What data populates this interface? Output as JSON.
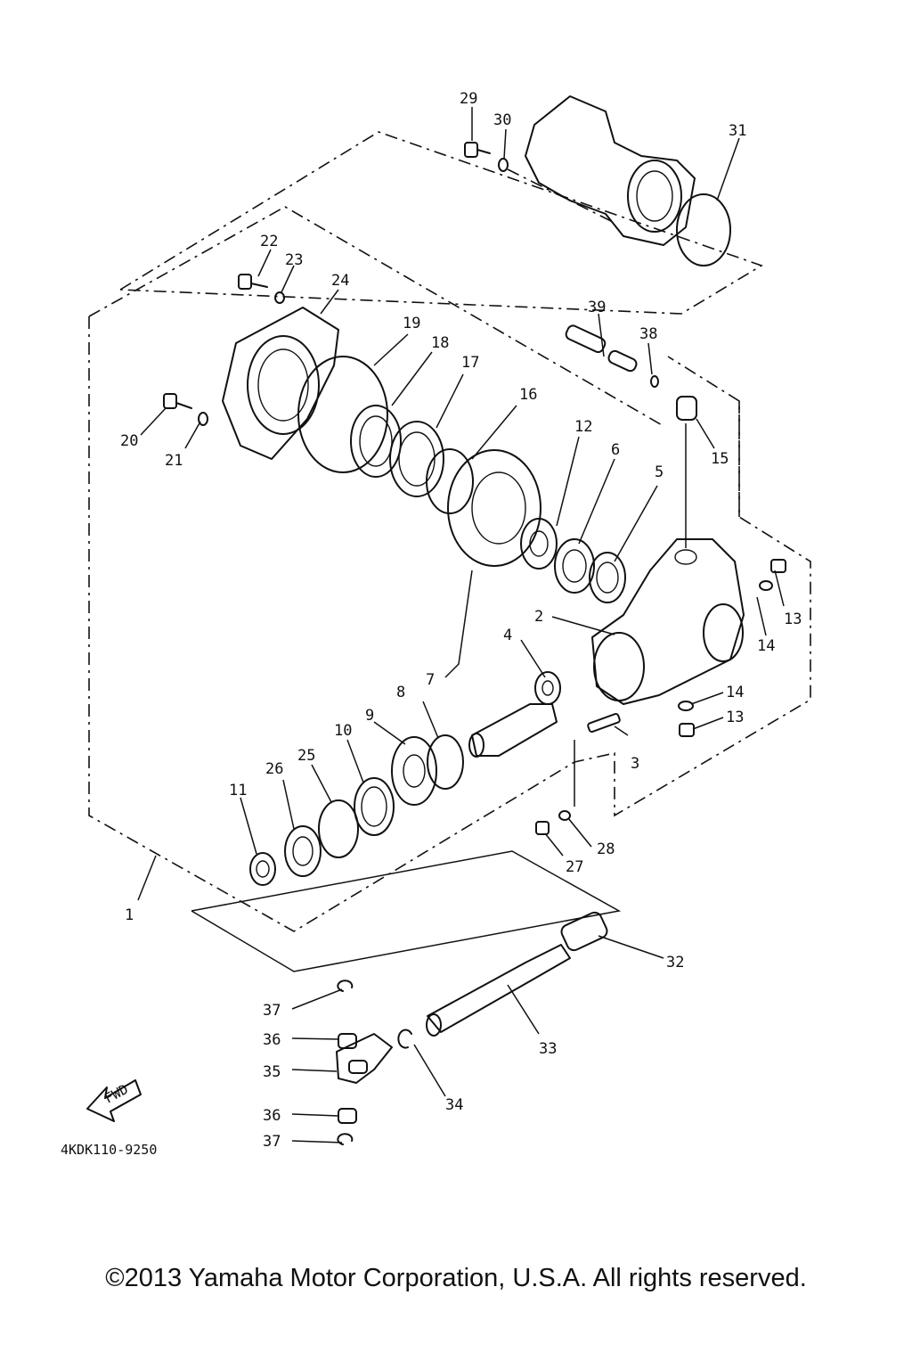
{
  "callouts": [
    "1",
    "2",
    "3",
    "4",
    "5",
    "6",
    "7",
    "8",
    "9",
    "10",
    "11",
    "12",
    "13",
    "13",
    "14",
    "14",
    "15",
    "16",
    "17",
    "18",
    "19",
    "20",
    "21",
    "22",
    "23",
    "24",
    "25",
    "26",
    "27",
    "28",
    "29",
    "30",
    "31",
    "32",
    "33",
    "34",
    "35",
    "36",
    "36",
    "37",
    "37",
    "38",
    "39"
  ],
  "fwd_label": "FWD",
  "diagram_code": "4KDK110-9250",
  "copyright": "©2013 Yamaha Motor Corporation, U.S.A. All rights reserved."
}
